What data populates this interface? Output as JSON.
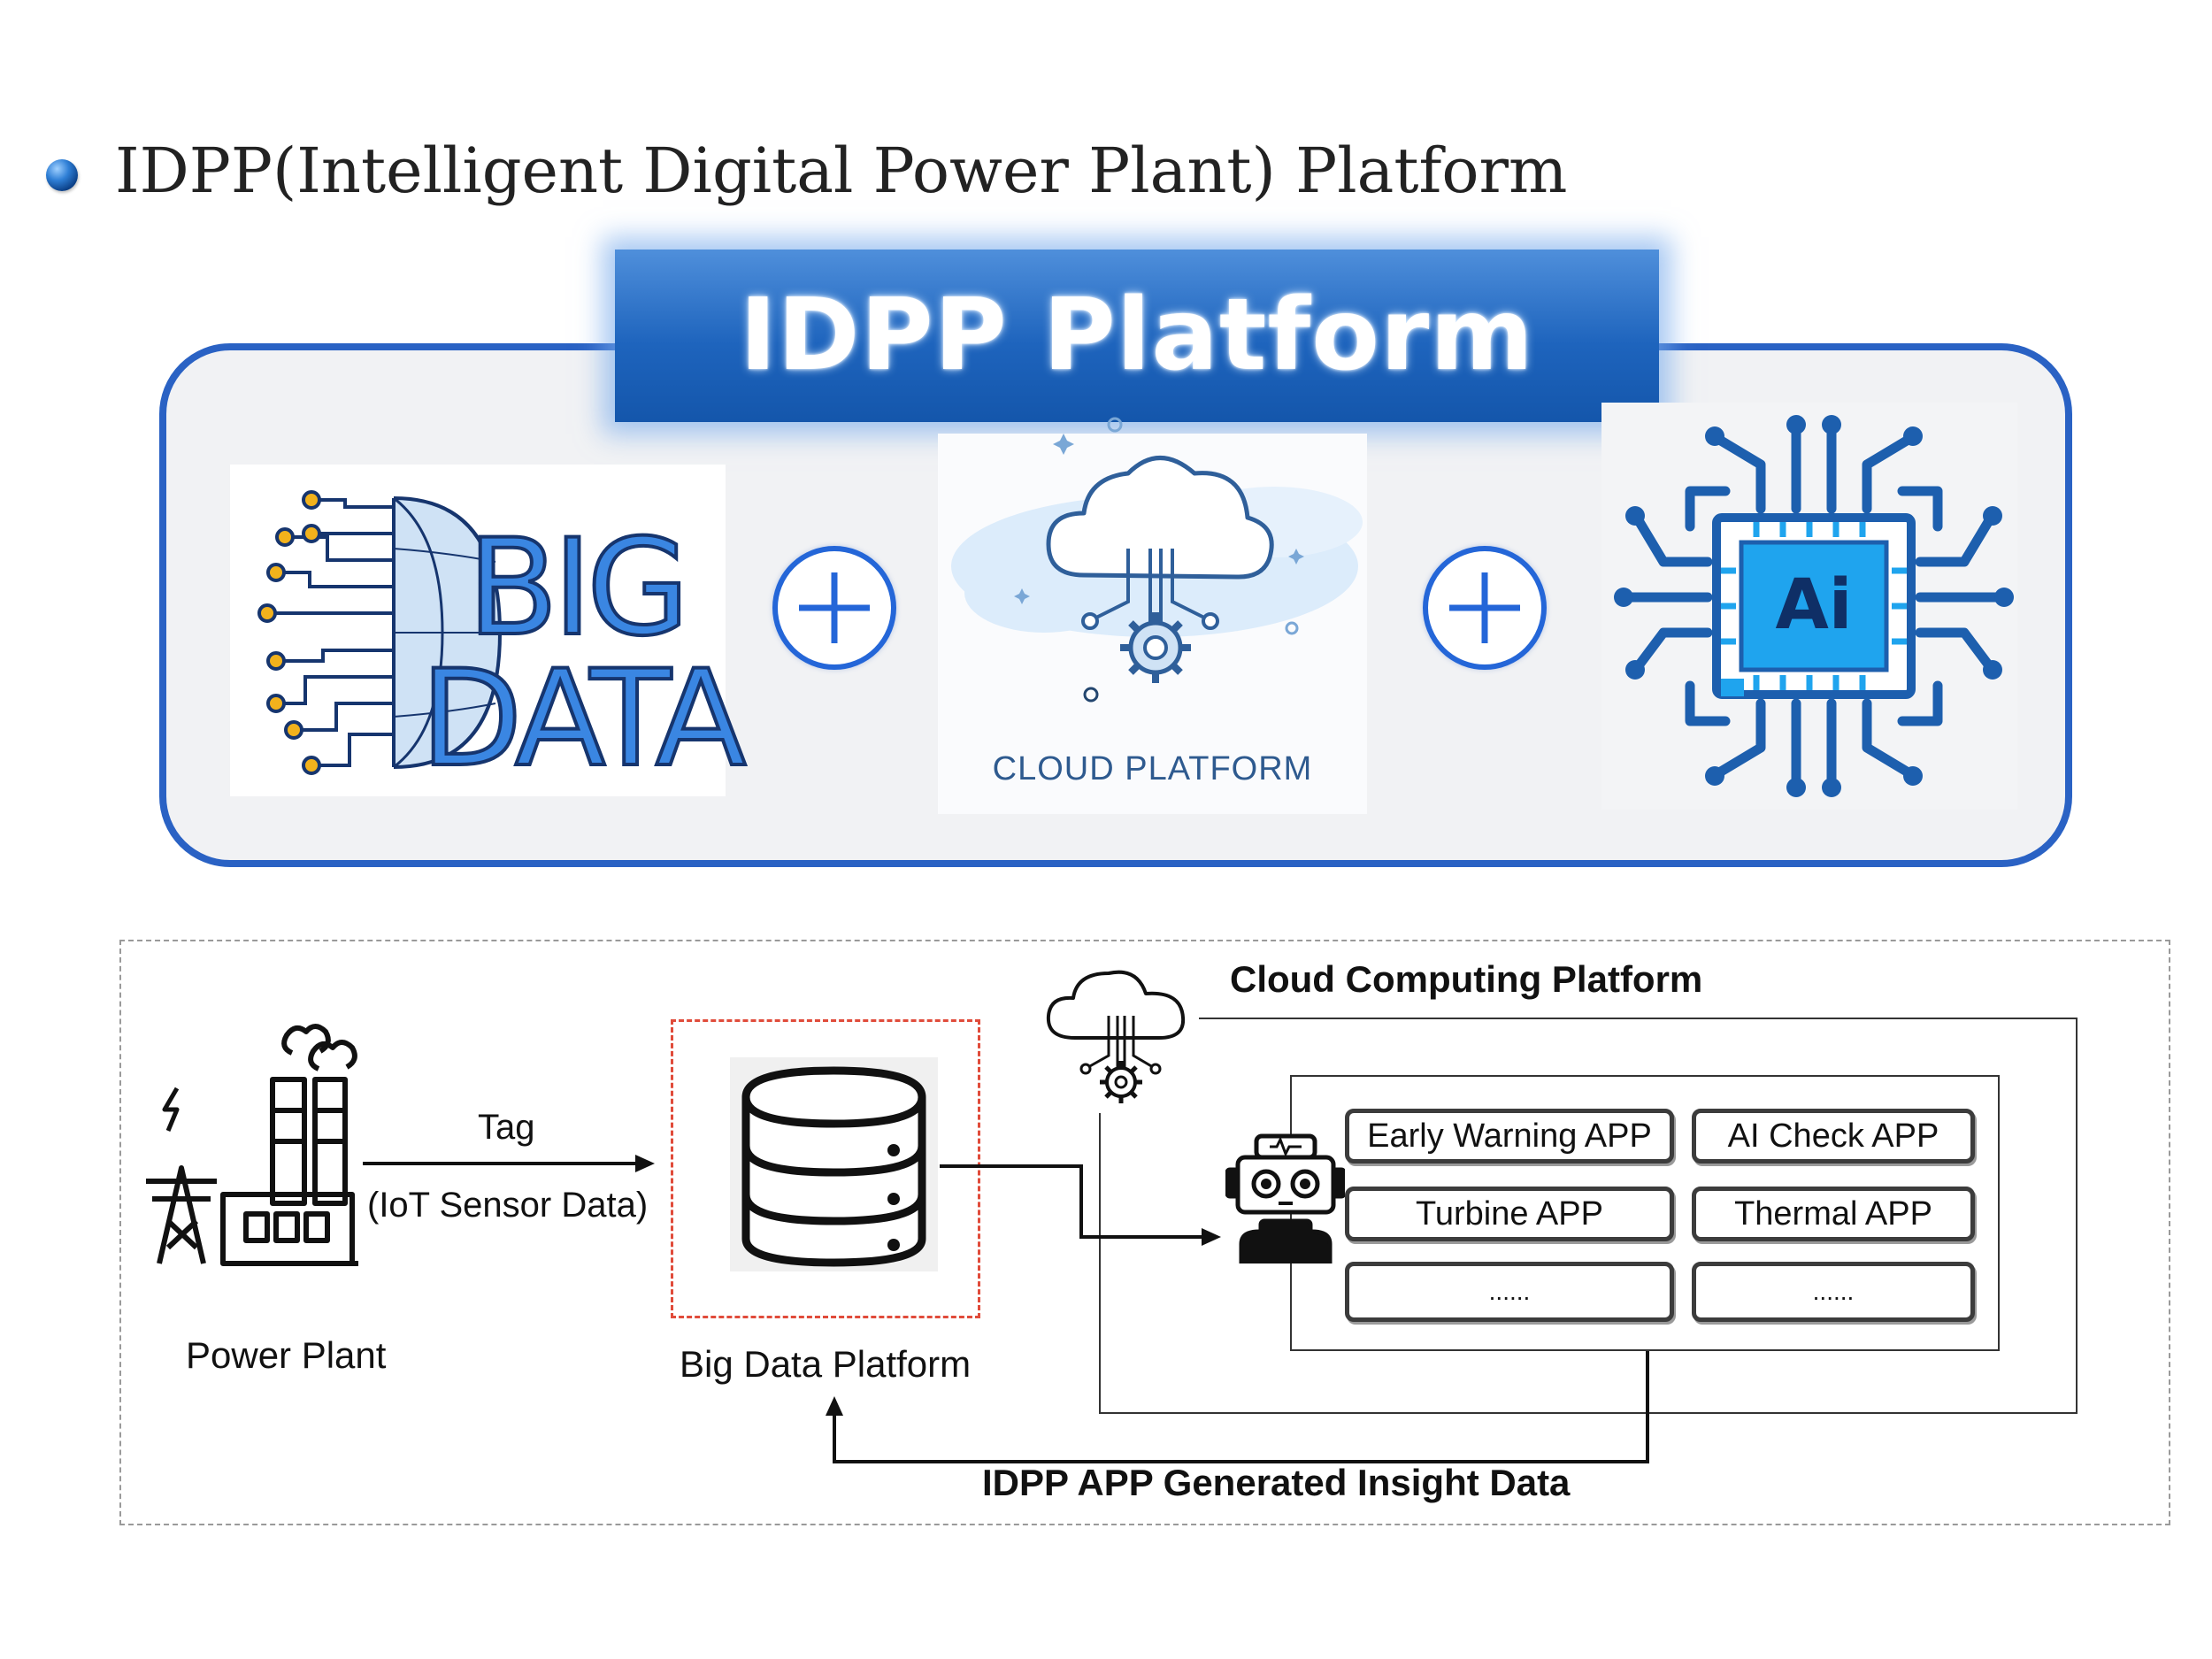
{
  "header": {
    "title": "IDPP(Intelligent Digital Power Plant) Platform"
  },
  "top_panel": {
    "banner_title": "IDPP Platform",
    "big_data": {
      "line1": "BIG",
      "line2": "DATA"
    },
    "cloud_label": "CLOUD PLATFORM",
    "ai_chip_label": "Ai",
    "icons": [
      "big-data-icon",
      "plus-icon",
      "cloud-platform-icon",
      "plus-icon",
      "ai-chip-icon"
    ],
    "colors": {
      "frame": "#2a62c4",
      "banner": "#1e64bd",
      "accent": "#2466d8",
      "ai_chip": "#1fa4ee",
      "bigdata_nodes": "#f2b21c"
    }
  },
  "diagram": {
    "power_plant_label": "Power Plant",
    "tag_label": "Tag",
    "iot_label": "(IoT Sensor Data)",
    "big_data_platform_label": "Big Data Platform",
    "cloud_computing_label": "Cloud Computing Platform",
    "apps": [
      {
        "label": "Early Warning APP"
      },
      {
        "label": "AI Check APP"
      },
      {
        "label": "Turbine APP"
      },
      {
        "label": "Thermal APP"
      },
      {
        "label": "......"
      },
      {
        "label": "......"
      }
    ],
    "insight_label": "IDPP APP Generated Insight Data",
    "icons": [
      "power-plant-icon",
      "database-icon",
      "cloud-gear-icon",
      "robot-icon"
    ],
    "colors": {
      "big_data_frame": "#e04b3a"
    }
  }
}
